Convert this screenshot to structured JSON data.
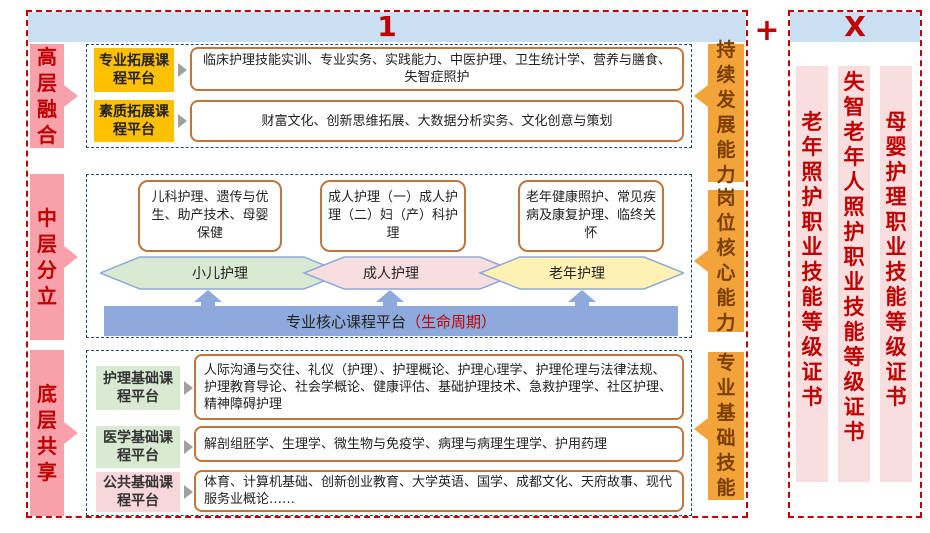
{
  "left_header": "1",
  "right_header": "X",
  "plus_sign": "+",
  "layers": {
    "top": "高层融合",
    "middle": "中层分立",
    "bottom": "底层共享"
  },
  "abilities": {
    "top": "持续发展能力",
    "middle": "岗位核心能力",
    "bottom": "专业基础技能"
  },
  "top_platforms": [
    {
      "name": "专业拓展课程平台",
      "content": "临床护理技能实训、专业实务、实践能力、中医护理、卫生统计学、营养与膳食、失智症照护"
    },
    {
      "name": "素质拓展课程平台",
      "content": "财富文化、创新思维拓展、大数据分析实务、文化创意与策划"
    }
  ],
  "middle": {
    "boxes": [
      "儿科护理、遗传与优生、助产技术、母婴保健",
      "成人护理（一）成人护理（二）妇（产）科护理",
      "老年健康照护、常见疾病及康复护理、临终关怀"
    ],
    "tracks": [
      "小儿护理",
      "成人护理",
      "老年护理"
    ],
    "core_platform": "专业核心课程平台",
    "core_platform_note": "（生命周期）"
  },
  "bottom_platforms": [
    {
      "name": "护理基础课程平台",
      "content": "人际沟通与交往、礼仪（护理）、护理概论、护理心理学、护理伦理与法律法规、护理教育导论、社会学概论、健康评估、基础护理技术、急救护理学、社区护理、精神障碍护理"
    },
    {
      "name": "医学基础课程平台",
      "content": "解剖组胚学、生理学、微生物与免疫学、病理与病理生理学、护用药理"
    },
    {
      "name": "公共基础课程平台",
      "content": "体育、计算机基础、创新创业教育、大学英语、国学、成都文化、天府故事、现代服务业概论……"
    }
  ],
  "certificates": [
    "老年照护职业技能等级证书",
    "失智老年人照护职业技能等级证书",
    "母婴护理职业技能等级证书"
  ]
}
